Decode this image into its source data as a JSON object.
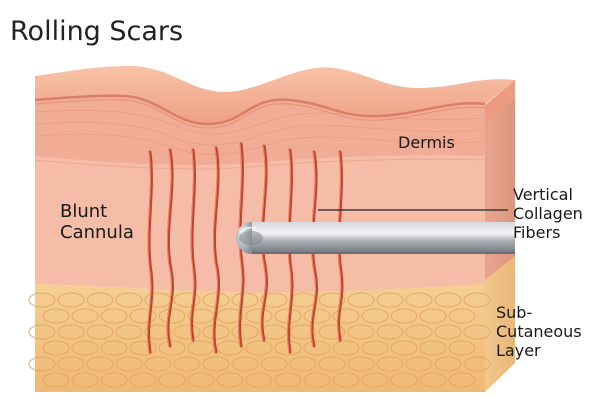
{
  "title": "Rolling Scars",
  "labels": {
    "dermis": "Dermis",
    "cannula": [
      "Blunt",
      "Cannula"
    ],
    "collagen": [
      "Vertical",
      "Collagen",
      "Fibers"
    ],
    "subq": [
      "Sub-",
      "Cutaneous",
      "Layer"
    ]
  },
  "colors": {
    "epidermis": "#f3ac8e",
    "dermis": "#f1b29c",
    "deep_dermis": "#f4b7a3",
    "fat": "#f4c98a",
    "fiber": "#c8412a",
    "cannula": "#a4a9ae"
  }
}
